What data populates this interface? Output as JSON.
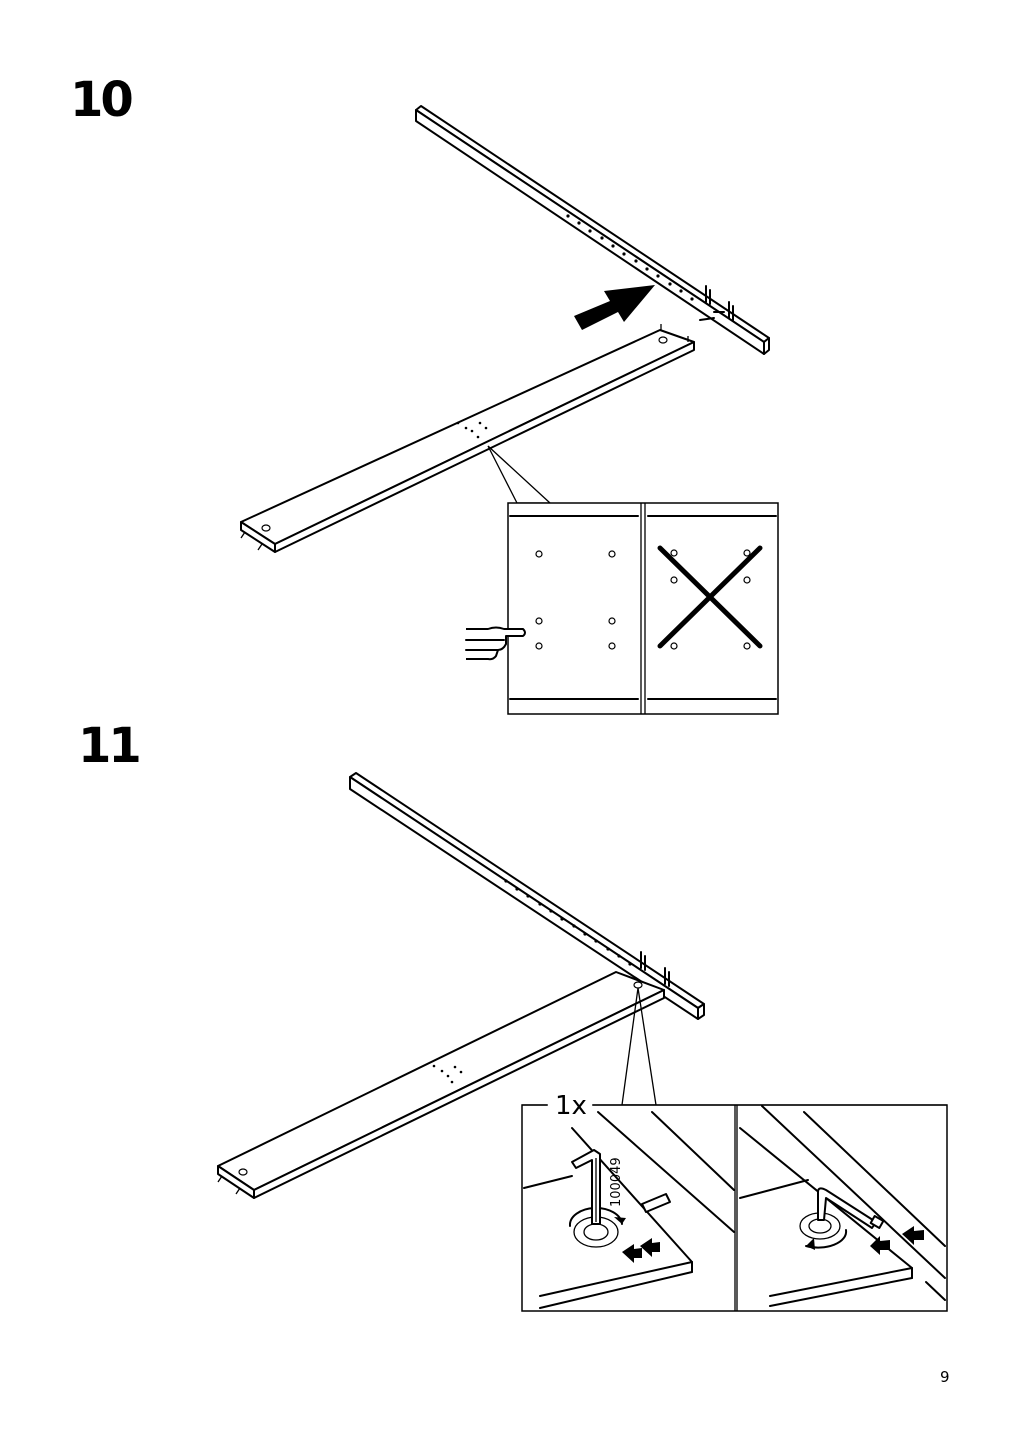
{
  "steps": [
    {
      "number": "10"
    },
    {
      "number": "11"
    }
  ],
  "step11": {
    "quantity_label": "1x",
    "part_number": "100049"
  },
  "page_number": "9",
  "icons": {
    "push_arrow": "right-arrow-icon",
    "pointing_hand": "pointing-hand-icon",
    "wrong_cross": "cross-icon",
    "press_arrows": "double-arrow-icon",
    "rotate": "rotate-arrow-icon"
  }
}
